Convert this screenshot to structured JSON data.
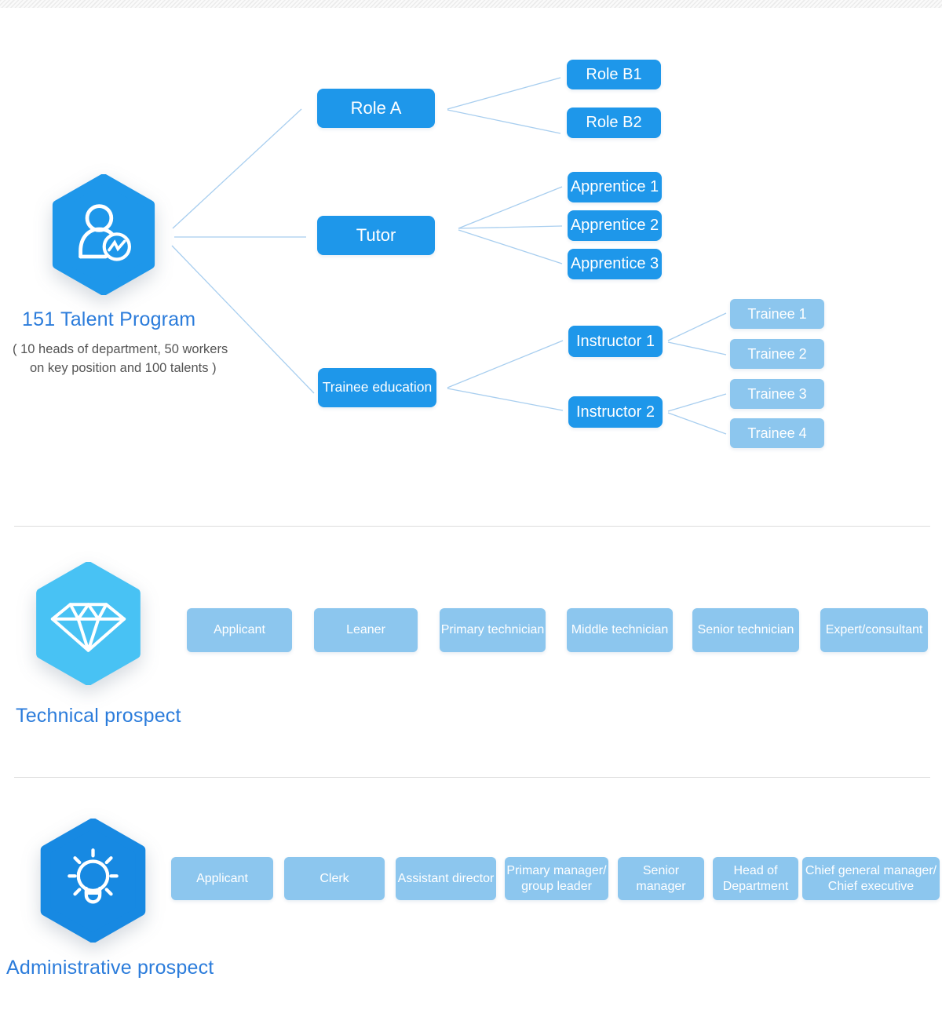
{
  "colors": {
    "primary_blue": "#1E97EA",
    "light_blue": "#8CC6EE",
    "sky_blue": "#48C2F4",
    "title_blue": "#2B7CDB",
    "connector_blue": "#A8CEEF",
    "divider_gray": "#DCDCDC"
  },
  "sections": {
    "talent": {
      "hexagon_icon": "person-activity-icon",
      "title": "151 Talent Program",
      "note_line1": "( 10 heads of department, 50 workers",
      "note_line2": "on key position and 100 talents )",
      "level1": {
        "role_a": "Role A",
        "tutor": "Tutor",
        "trainee_education": "Trainee education"
      },
      "level2": {
        "role_b1": "Role B1",
        "role_b2": "Role B2",
        "apprentice_1": "Apprentice 1",
        "apprentice_2": "Apprentice 2",
        "apprentice_3": "Apprentice 3",
        "instructor_1": "Instructor 1",
        "instructor_2": "Instructor 2"
      },
      "level3": {
        "trainee_1": "Trainee 1",
        "trainee_2": "Trainee 2",
        "trainee_3": "Trainee 3",
        "trainee_4": "Trainee 4"
      }
    },
    "technical": {
      "hexagon_icon": "diamond-icon",
      "title": "Technical prospect",
      "steps": [
        "Applicant",
        "Leaner",
        "Primary technician",
        "Middle technician",
        "Senior technician",
        "Expert/consultant"
      ]
    },
    "administrative": {
      "hexagon_icon": "lightbulb-icon",
      "title": "Administrative prospect",
      "steps": [
        "Applicant",
        "Clerk",
        "Assistant director",
        "Primary manager/\ngroup leader",
        "Senior\nmanager",
        "Head of\nDepartment",
        "Chief general manager/\nChief executive"
      ]
    }
  }
}
